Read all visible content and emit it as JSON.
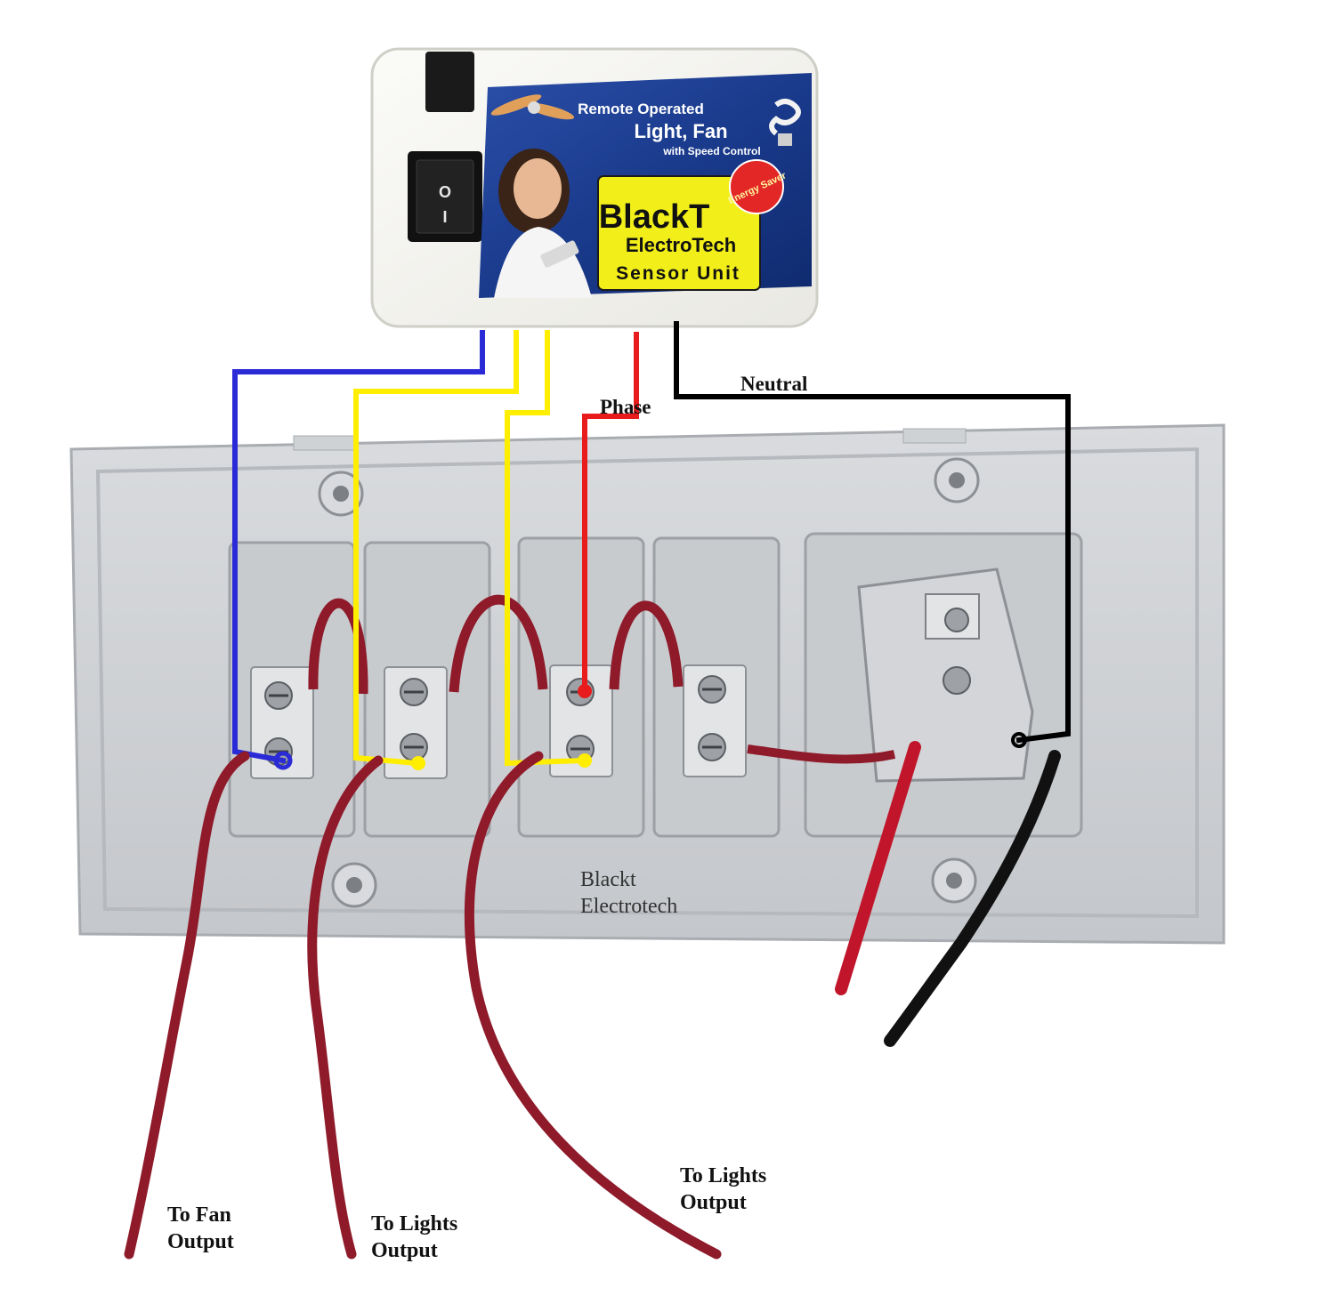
{
  "sensor_unit": {
    "banner_line1": "Remote Operated",
    "banner_line2": "Light, Fan",
    "banner_line3": "with Speed Control",
    "badge": "Energy Saver",
    "brand_line1": "BlackT",
    "brand_line2": "ElectroTech",
    "brand_line3": "Sensor Unit",
    "switch_on_symbol": "O",
    "switch_off_symbol": "I"
  },
  "labels": {
    "neutral": "Neutral",
    "phase": "Phase",
    "watermark_line1": "Blackt",
    "watermark_line2": "Electrotech",
    "fan_output_line1": "To Fan",
    "fan_output_line2": "Output",
    "lights_output_1_line1": "To Lights",
    "lights_output_1_line2": "Output",
    "lights_output_2_line1": "To Lights",
    "lights_output_2_line2": "Output"
  },
  "wire_colors": {
    "fan_signal": "#2a2ad6",
    "light_signal": "#ffee00",
    "phase": "#e81c1c",
    "neutral": "#000000",
    "load_wire": "#8e1a2a"
  }
}
